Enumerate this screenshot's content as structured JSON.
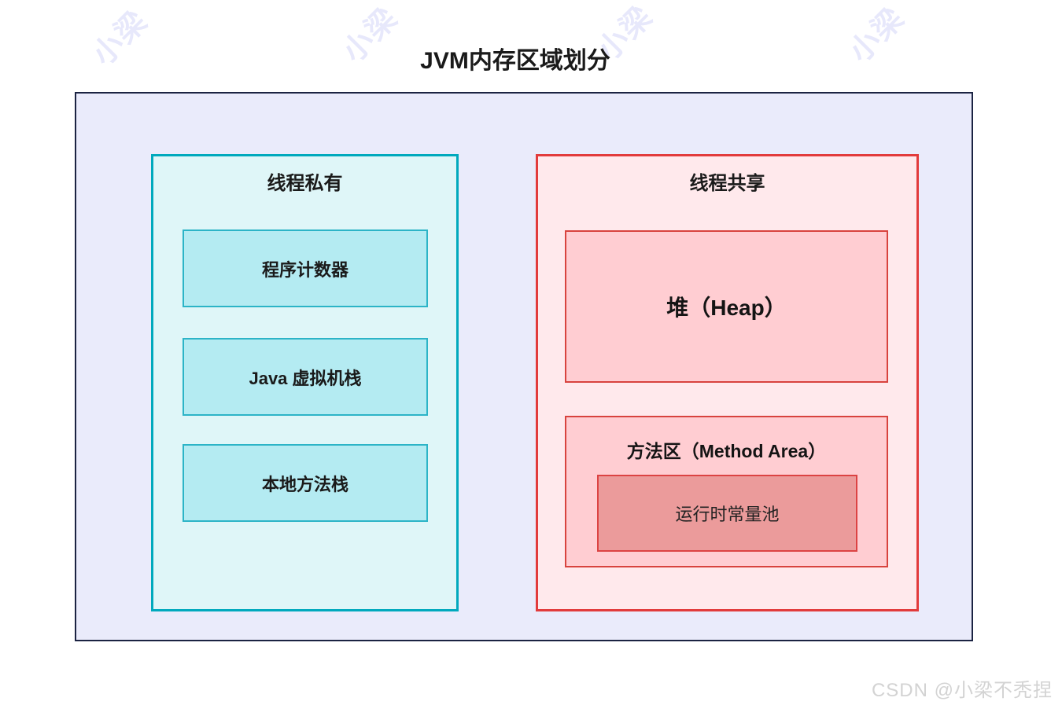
{
  "title": "JVM内存区域划分",
  "watermark": {
    "text": "小梁",
    "credit": "CSDN @小梁不秃捏"
  },
  "diagram": {
    "thread_private": {
      "label": "线程私有",
      "items": [
        "程序计数器",
        "Java 虚拟机栈",
        "本地方法栈"
      ]
    },
    "thread_shared": {
      "label": "线程共享",
      "heap": "堆（Heap）",
      "method_area": "方法区（Method Area）",
      "runtime_constant_pool": "运行时常量池"
    }
  },
  "colors": {
    "outer_bg": "#eaebfb",
    "outer_border": "#1b2342",
    "private_border": "#00a9bd",
    "private_bg": "#dff6f8",
    "private_item_bg": "#b4ebf2",
    "private_item_border": "#2cb4c7",
    "shared_border": "#e23b3c",
    "shared_bg": "#ffe9ec",
    "shared_item_bg": "#ffcdd2",
    "shared_item_border": "#d8433e",
    "constant_pool_bg": "#eb9b9b",
    "constant_pool_border": "#dc4343",
    "watermark_color": "#e7e8fb",
    "credit_color": "#d3d3d3",
    "text_color": "#1a1a1a"
  }
}
